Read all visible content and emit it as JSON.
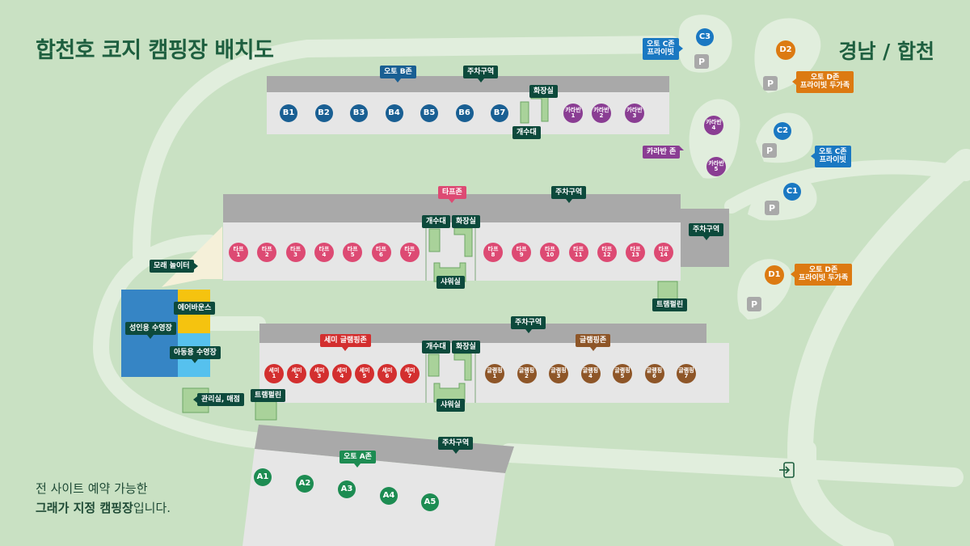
{
  "title": "합천호 코지 캠핑장 배치도",
  "region": "경남 / 합천",
  "footer": {
    "line1": "전 사이트 예약 가능한",
    "line2_bold": "그래가 지정 캠핑장",
    "line2_rest": "입니다."
  },
  "colors": {
    "background": "#c9e1c3",
    "road": "#e1eedd",
    "block": "#e6e6e6",
    "roof": "#a9a9a9",
    "label": "#0d4a3c",
    "facility": "#a9d29a",
    "auto_b": "#195f93",
    "caravan": "#8a3d93",
    "auto_c": "#1a78c2",
    "auto_d": "#dc7a12",
    "tarp": "#dd4a73",
    "semi": "#d32f2f",
    "glamping": "#8e5628",
    "auto_a": "#1d8c52",
    "adult_pool": "#3685c5",
    "kids_pool": "#56c1ee",
    "air_house": "#f5c30f",
    "sand": "#f5f0d9"
  },
  "sites": {
    "auto_b": [
      "B1",
      "B2",
      "B3",
      "B4",
      "B5",
      "B6",
      "B7"
    ],
    "caravan": [
      [
        "카라반",
        "1"
      ],
      [
        "카라반",
        "2"
      ],
      [
        "카라반",
        "3"
      ],
      [
        "카라반",
        "4"
      ],
      [
        "카라반",
        "5"
      ]
    ],
    "auto_c": [
      "C1",
      "C2",
      "C3"
    ],
    "auto_d": [
      "D1",
      "D2"
    ],
    "tarp": [
      [
        "타프",
        "1"
      ],
      [
        "타프",
        "2"
      ],
      [
        "타프",
        "3"
      ],
      [
        "타프",
        "4"
      ],
      [
        "타프",
        "5"
      ],
      [
        "타프",
        "6"
      ],
      [
        "타프",
        "7"
      ],
      [
        "타프",
        "8"
      ],
      [
        "타프",
        "9"
      ],
      [
        "타프",
        "10"
      ],
      [
        "타프",
        "11"
      ],
      [
        "타프",
        "12"
      ],
      [
        "타프",
        "13"
      ],
      [
        "타프",
        "14"
      ]
    ],
    "semi": [
      [
        "세미",
        "1"
      ],
      [
        "세미",
        "2"
      ],
      [
        "세미",
        "3"
      ],
      [
        "세미",
        "4"
      ],
      [
        "세미",
        "5"
      ],
      [
        "세미",
        "6"
      ],
      [
        "세미",
        "7"
      ]
    ],
    "glamping": [
      [
        "글램핑",
        "1"
      ],
      [
        "글램핑",
        "2"
      ],
      [
        "글램핑",
        "3"
      ],
      [
        "글램핑",
        "4"
      ],
      [
        "글램핑",
        "5"
      ],
      [
        "글램핑",
        "6"
      ],
      [
        "글램핑",
        "7"
      ]
    ],
    "auto_a": [
      "A1",
      "A2",
      "A3",
      "A4",
      "A5"
    ]
  },
  "labels": {
    "auto_b": "오토 B존",
    "auto_c_private": [
      "오토 C존",
      "프라이빗"
    ],
    "auto_d_private_duo": [
      "오토 D존",
      "프라이빗 두가족"
    ],
    "caravan_zone": "카라반 존",
    "tarp_zone": "타프존",
    "semi_zone": "세미 글램핑존",
    "glamping_zone": "글램핑존",
    "auto_a": "오토 A존",
    "parking_area": "주차구역",
    "toilet": "화장실",
    "sink": "개수대",
    "shower": "샤워실",
    "trampoline": "트램펄린",
    "sand_play": "모래 놀이터",
    "air_house": "에어바운스",
    "adult_pool": "성인용 수영장",
    "kids_pool": "아동용 수영장",
    "office_store": "관리실, 매점",
    "parking_mark": "P"
  }
}
